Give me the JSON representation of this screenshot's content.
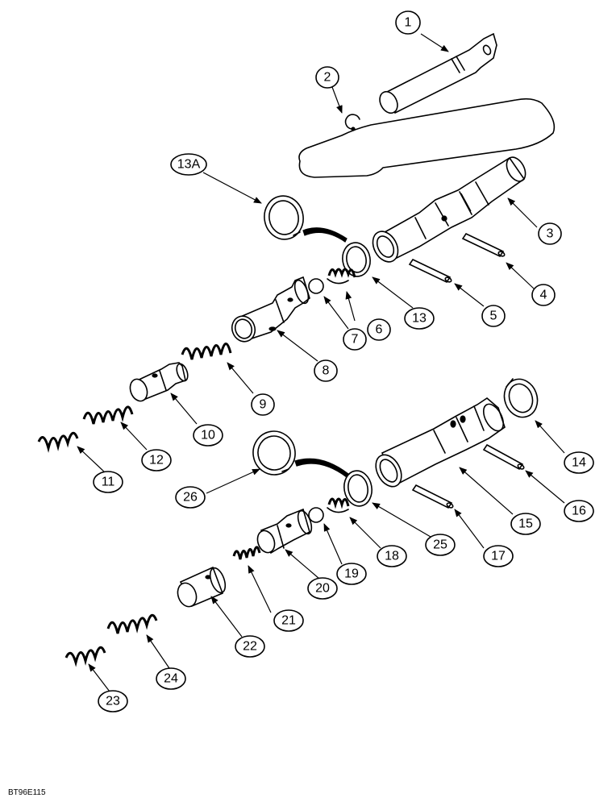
{
  "figure_code": "BT96E115",
  "callouts": {
    "c1": "1",
    "c2": "2",
    "c3": "3",
    "c4": "4",
    "c5": "5",
    "c6": "6",
    "c7": "7",
    "c8": "8",
    "c9": "9",
    "c10": "10",
    "c11": "11",
    "c12": "12",
    "c13": "13",
    "c13a": "13A",
    "c14": "14",
    "c15": "15",
    "c16": "16",
    "c17": "17",
    "c18": "18",
    "c19": "19",
    "c20": "20",
    "c21": "21",
    "c22": "22",
    "c23": "23",
    "c24": "24",
    "c25": "25",
    "c26": "26"
  }
}
